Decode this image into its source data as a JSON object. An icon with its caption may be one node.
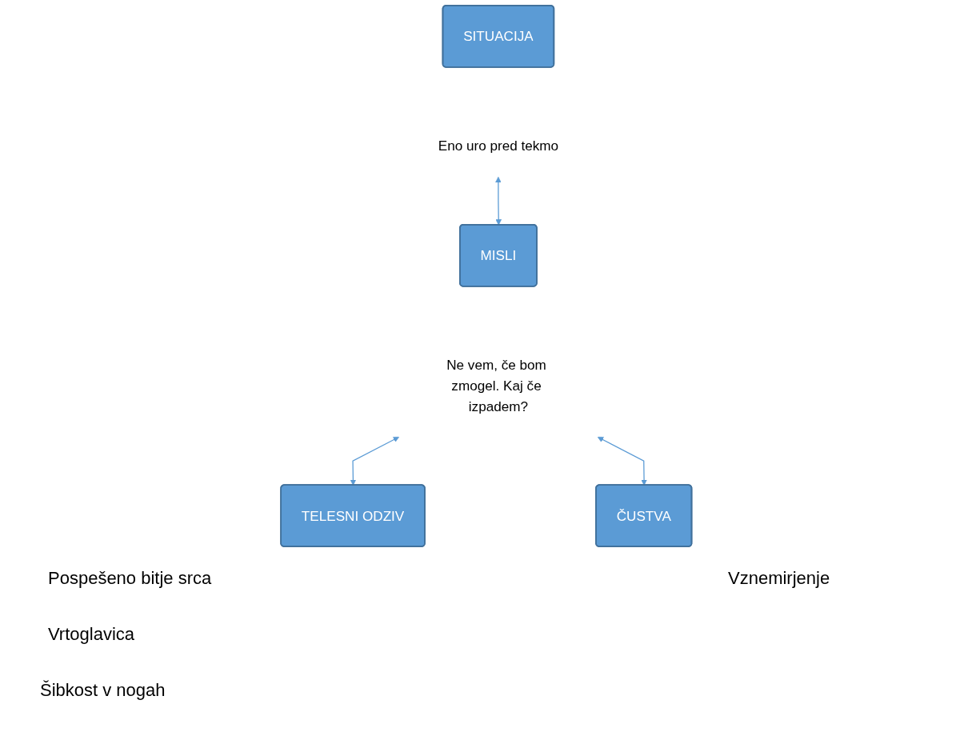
{
  "diagram": {
    "nodes": [
      {
        "text": [
          "SITUACIJA"
        ]
      },
      {
        "text": [
          "Eno uro pred tekmo"
        ]
      },
      {
        "text": [
          "MISLI"
        ]
      },
      {
        "text": [
          "Ne vem, če bom zmogel. Kaj če izpadem?"
        ]
      },
      {
        "text": [
          "TELESNI ODZIV"
        ]
      },
      {
        "text": [
          "ČUSTVA"
        ]
      }
    ],
    "edges": [
      {
        "from": 1,
        "to": 2,
        "arrow": "both"
      },
      {
        "from": 3,
        "to": 4,
        "arrow": "both"
      },
      {
        "from": 3,
        "to": 5,
        "arrow": "both"
      }
    ],
    "labels": [
      "Pospešeno bitje srca",
      "Vznemirjenje",
      "Vrtoglavica",
      "Šibkost v nogah"
    ]
  }
}
